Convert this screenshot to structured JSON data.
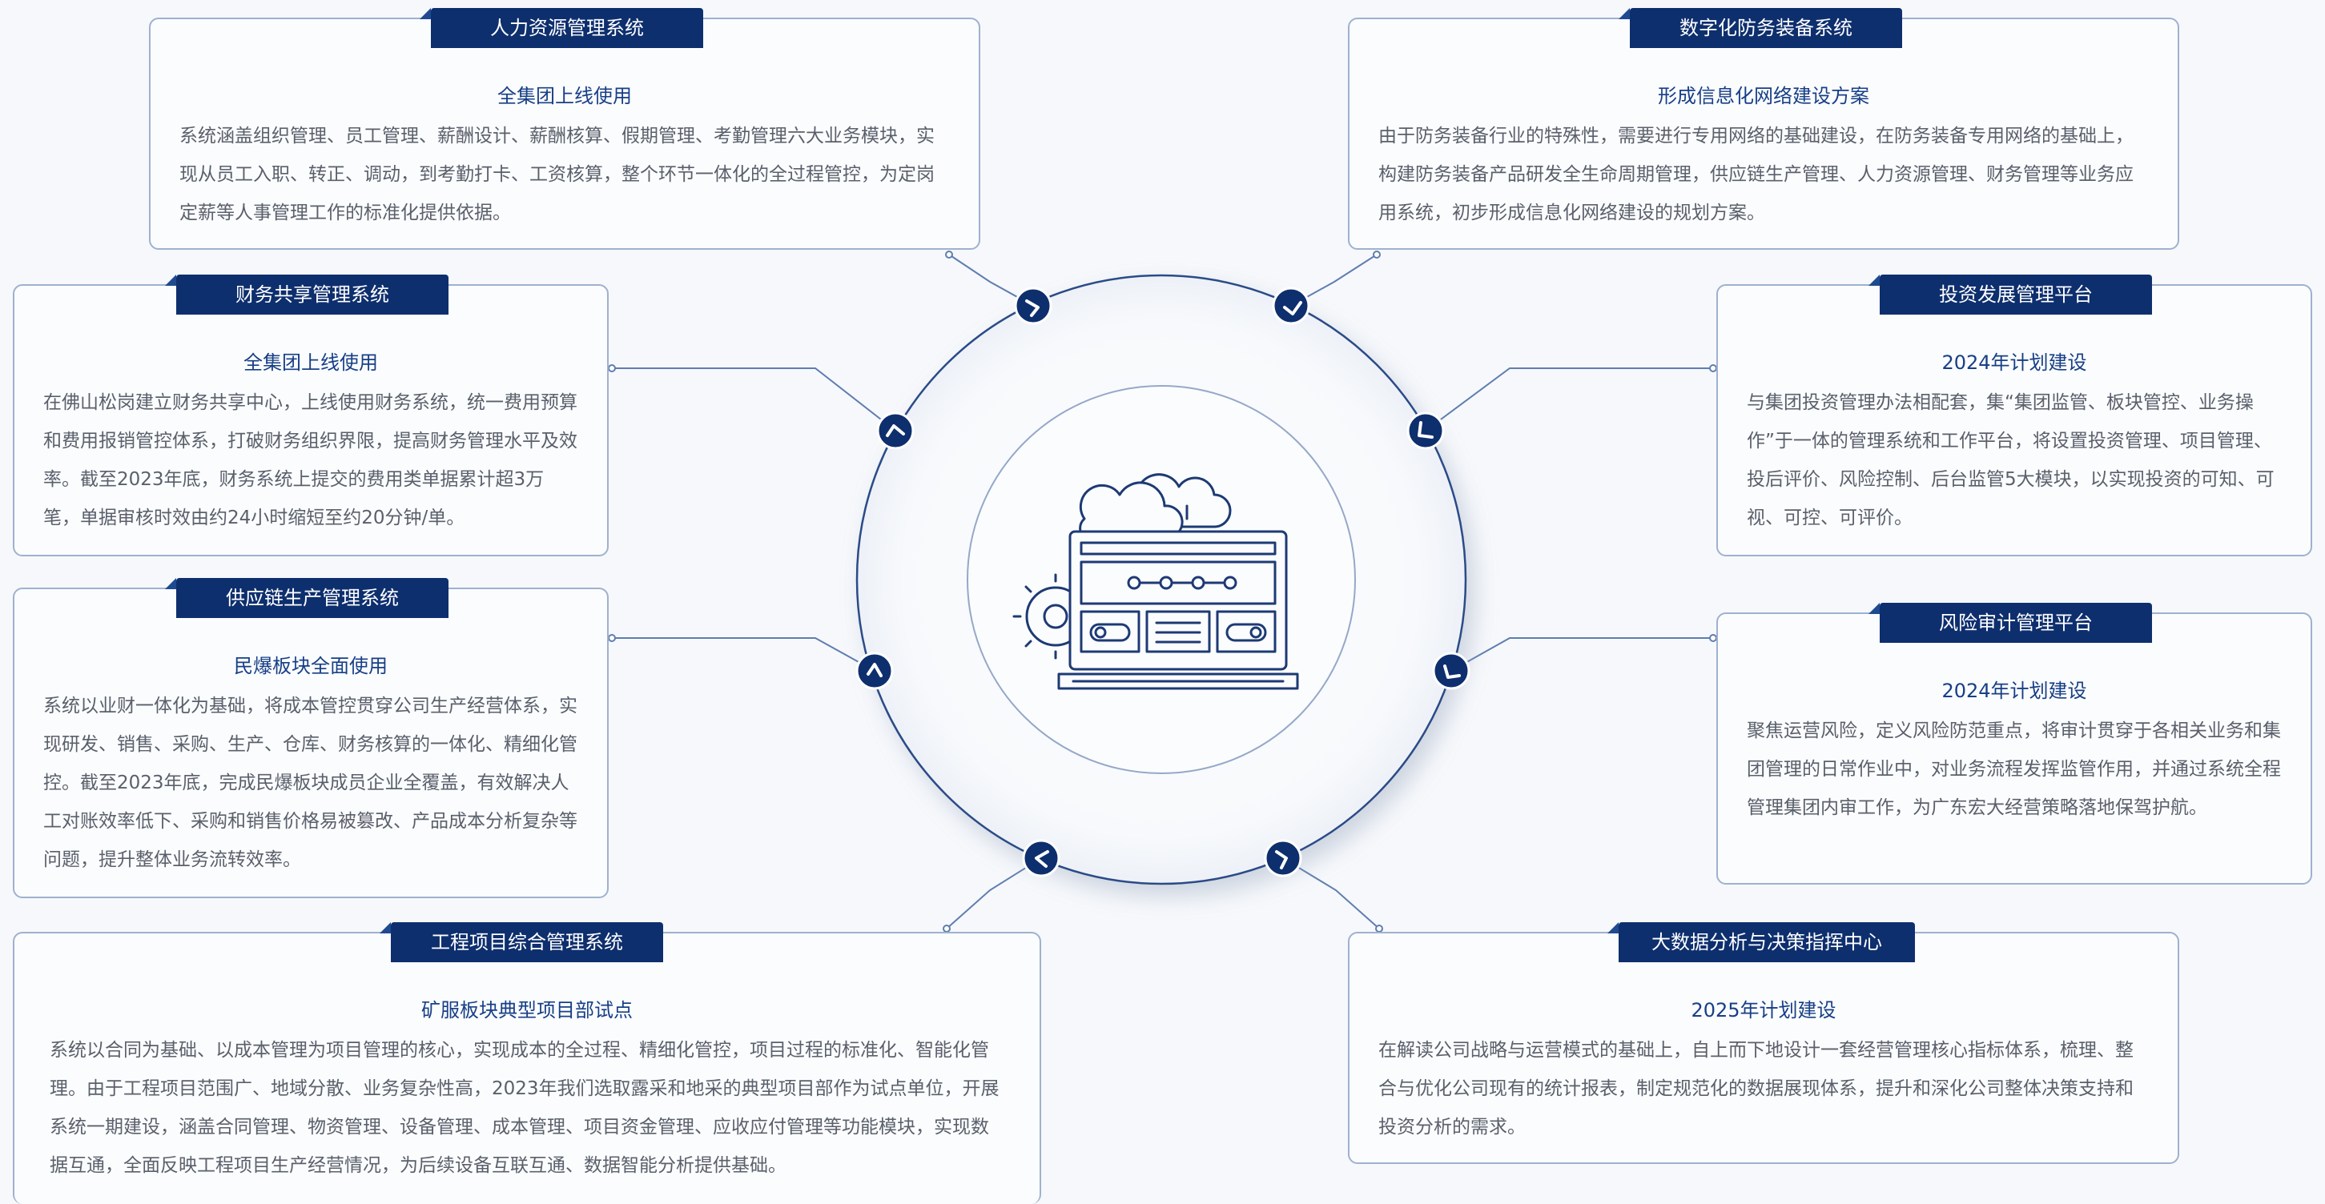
{
  "colors": {
    "navy": "#0e2f6e",
    "accent": "#173f86",
    "border": "#9fb1cf",
    "text": "#5a606b",
    "background": "#f6f8fb"
  },
  "center": {
    "icon": "cloud-computer-settings-icon"
  },
  "cards": [
    {
      "id": "hr",
      "title": "人力资源管理系统",
      "subtitle": "全集团上线使用",
      "body": "系统涵盖组织管理、员工管理、薪酬设计、薪酬核算、假期管理、考勤管理六大业务模块，实现从员工入职、转正、调动，到考勤打卡、工资核算，整个环节一体化的全过程管控，为定岗定薪等人事管理工作的标准化提供依据。"
    },
    {
      "id": "digital-defense",
      "title": "数字化防务装备系统",
      "subtitle": "形成信息化网络建设方案",
      "body": "由于防务装备行业的特殊性，需要进行专用网络的基础建设，在防务装备专用网络的基础上，构建防务装备产品研发全生命周期管理，供应链生产管理、人力资源管理、财务管理等业务应用系统，初步形成信息化网络建设的规划方案。"
    },
    {
      "id": "finance",
      "title": "财务共享管理系统",
      "subtitle": "全集团上线使用",
      "body": "在佛山松岗建立财务共享中心，上线使用财务系统，统一费用预算和费用报销管控体系，打破财务组织界限，提高财务管理水平及效率。截至2023年底，财务系统上提交的费用类单据累计超3万笔，单据审核时效由约24小时缩短至约20分钟/单。"
    },
    {
      "id": "investment",
      "title": "投资发展管理平台",
      "subtitle": "2024年计划建设",
      "body": "与集团投资管理办法相配套，集“集团监管、板块管控、业务操作”于一体的管理系统和工作平台，将设置投资管理、项目管理、投后评价、风险控制、后台监管5大模块，以实现投资的可知、可视、可控、可评价。"
    },
    {
      "id": "supply-chain",
      "title": "供应链生产管理系统",
      "subtitle": "民爆板块全面使用",
      "body": "系统以业财一体化为基础，将成本管控贯穿公司生产经营体系，实现研发、销售、采购、生产、仓库、财务核算的一体化、精细化管控。截至2023年底，完成民爆板块成员企业全覆盖，有效解决人工对账效率低下、采购和销售价格易被篡改、产品成本分析复杂等问题，提升整体业务流转效率。"
    },
    {
      "id": "risk-audit",
      "title": "风险审计管理平台",
      "subtitle": "2024年计划建设",
      "body": "聚焦运营风险，定义风险防范重点，将审计贯穿于各相关业务和集团管理的日常作业中，对业务流程发挥监管作用，并通过系统全程管理集团内审工作，为广东宏大经营策略落地保驾护航。"
    },
    {
      "id": "engineering",
      "title": "工程项目综合管理系统",
      "subtitle": "矿服板块典型项目部试点",
      "body": "系统以合同为基础、以成本管理为项目管理的核心，实现成本的全过程、精细化管控，项目过程的标准化、智能化管理。由于工程项目范围广、地域分散、业务复杂性高，2023年我们选取露采和地采的典型项目部作为试点单位，开展系统一期建设，涵盖合同管理、物资管理、设备管理、成本管理、项目资金管理、应收应付管理等功能模块，实现数据互通，全面反映工程项目生产经营情况，为后续设备互联互通、数据智能分析提供基础。"
    },
    {
      "id": "big-data",
      "title": "大数据分析与决策指挥中心",
      "subtitle": "2025年计划建设",
      "body": "在解读公司战略与运营模式的基础上，自上而下地设计一套经营管理核心指标体系，梳理、整合与优化公司现有的统计报表，制定规范化的数据展现体系，提升和深化公司整体决策支持和投资分析的需求。"
    }
  ]
}
